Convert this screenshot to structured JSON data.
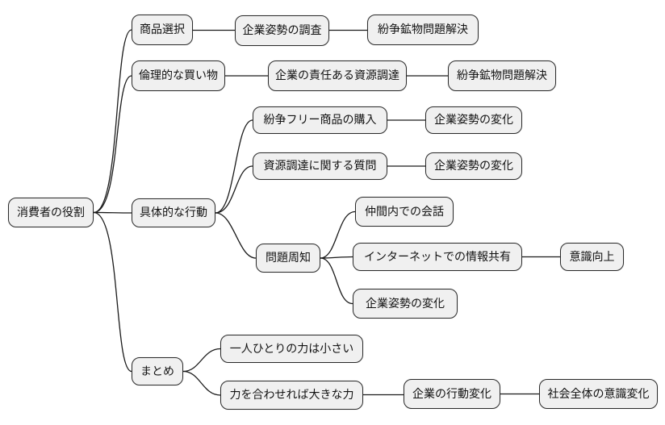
{
  "diagram": {
    "type": "mindmap",
    "direction": "left-to-right",
    "colors": {
      "background": "#ffffff",
      "node_fill": "#f0f0f0",
      "node_border": "#2b2b2b",
      "connector": "#1a1a1a",
      "text": "#111111"
    }
  },
  "nodes": [
    {
      "id": "consumer-role",
      "label": "消費者の役割"
    },
    {
      "id": "product-selection",
      "label": "商品選択"
    },
    {
      "id": "corporate-stance-survey",
      "label": "企業姿勢の調査"
    },
    {
      "id": "conflict-minerals-resolution-1",
      "label": "紛争鉱物問題解決"
    },
    {
      "id": "ethical-shopping",
      "label": "倫理的な買い物"
    },
    {
      "id": "responsible-sourcing",
      "label": "企業の責任ある資源調達"
    },
    {
      "id": "conflict-minerals-resolution-2",
      "label": "紛争鉱物問題解決"
    },
    {
      "id": "conflict-free-purchase",
      "label": "紛争フリー商品の購入"
    },
    {
      "id": "corporate-stance-change-1",
      "label": "企業姿勢の変化"
    },
    {
      "id": "sourcing-questions",
      "label": "資源調達に関する質問"
    },
    {
      "id": "corporate-stance-change-2",
      "label": "企業姿勢の変化"
    },
    {
      "id": "concrete-actions",
      "label": "具体的な行動"
    },
    {
      "id": "issue-awareness",
      "label": "問題周知"
    },
    {
      "id": "peer-conversation",
      "label": "仲間内での会話"
    },
    {
      "id": "internet-info-sharing",
      "label": "インターネットでの情報共有"
    },
    {
      "id": "awareness-raising",
      "label": "意識向上"
    },
    {
      "id": "corporate-stance-change-3",
      "label": "企業姿勢の変化"
    },
    {
      "id": "summary",
      "label": "まとめ"
    },
    {
      "id": "individual-power-small",
      "label": "一人ひとりの力は小さい"
    },
    {
      "id": "combined-power-large",
      "label": "力を合わせれば大きな力"
    },
    {
      "id": "corporate-behavior-change",
      "label": "企業の行動変化"
    },
    {
      "id": "societal-awareness-change",
      "label": "社会全体の意識変化"
    }
  ],
  "edges": [
    {
      "from": "consumer-role",
      "to": "product-selection"
    },
    {
      "from": "consumer-role",
      "to": "ethical-shopping"
    },
    {
      "from": "consumer-role",
      "to": "concrete-actions"
    },
    {
      "from": "consumer-role",
      "to": "summary"
    },
    {
      "from": "product-selection",
      "to": "corporate-stance-survey"
    },
    {
      "from": "corporate-stance-survey",
      "to": "conflict-minerals-resolution-1"
    },
    {
      "from": "ethical-shopping",
      "to": "responsible-sourcing"
    },
    {
      "from": "responsible-sourcing",
      "to": "conflict-minerals-resolution-2"
    },
    {
      "from": "concrete-actions",
      "to": "conflict-free-purchase"
    },
    {
      "from": "conflict-free-purchase",
      "to": "corporate-stance-change-1"
    },
    {
      "from": "concrete-actions",
      "to": "sourcing-questions"
    },
    {
      "from": "sourcing-questions",
      "to": "corporate-stance-change-2"
    },
    {
      "from": "concrete-actions",
      "to": "issue-awareness"
    },
    {
      "from": "issue-awareness",
      "to": "peer-conversation"
    },
    {
      "from": "issue-awareness",
      "to": "internet-info-sharing"
    },
    {
      "from": "issue-awareness",
      "to": "corporate-stance-change-3"
    },
    {
      "from": "internet-info-sharing",
      "to": "awareness-raising"
    },
    {
      "from": "summary",
      "to": "individual-power-small"
    },
    {
      "from": "summary",
      "to": "combined-power-large"
    },
    {
      "from": "combined-power-large",
      "to": "corporate-behavior-change"
    },
    {
      "from": "corporate-behavior-change",
      "to": "societal-awareness-change"
    }
  ]
}
